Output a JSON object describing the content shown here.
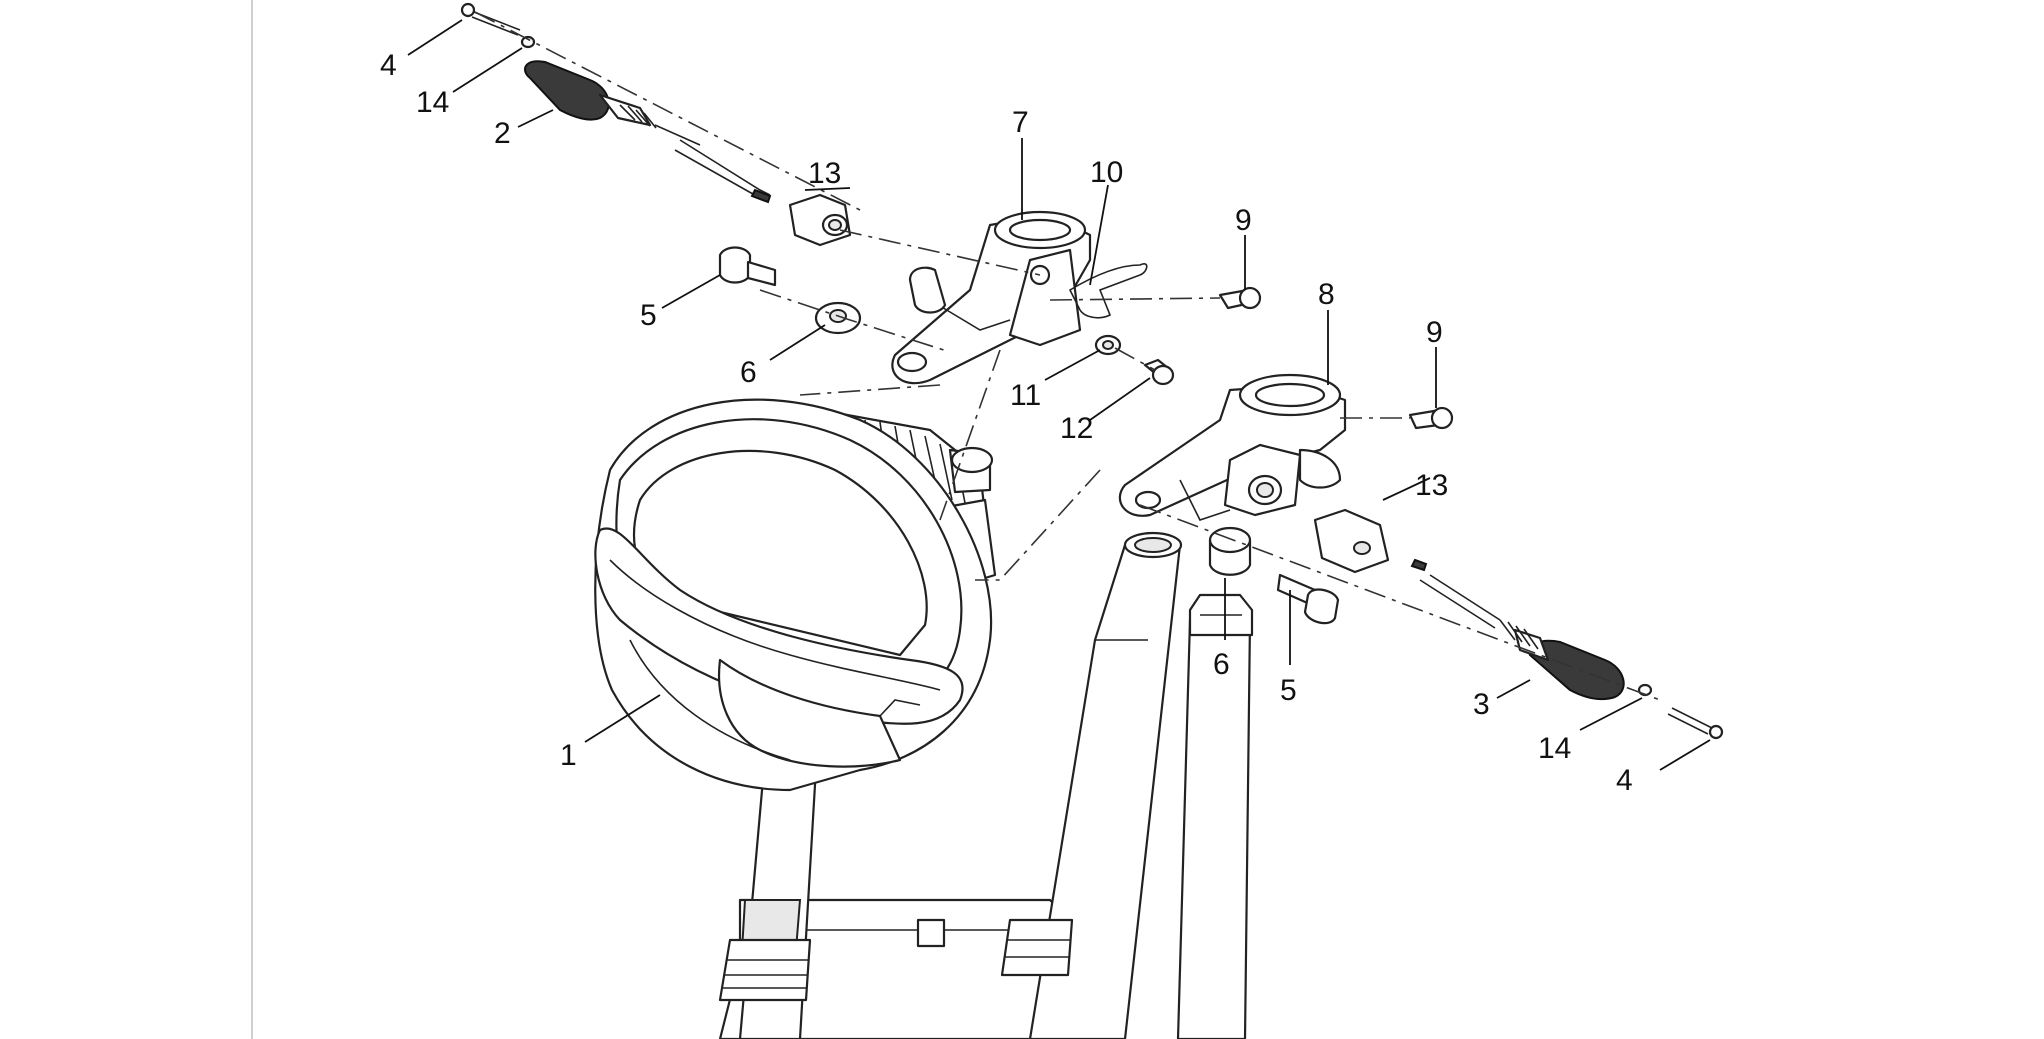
{
  "diagram": {
    "callouts": [
      {
        "id": "c1",
        "text": "1"
      },
      {
        "id": "c2",
        "text": "2"
      },
      {
        "id": "c3",
        "text": "3"
      },
      {
        "id": "c4a",
        "text": "4"
      },
      {
        "id": "c4b",
        "text": "4"
      },
      {
        "id": "c5a",
        "text": "5"
      },
      {
        "id": "c5b",
        "text": "5"
      },
      {
        "id": "c6a",
        "text": "6"
      },
      {
        "id": "c6b",
        "text": "6"
      },
      {
        "id": "c7",
        "text": "7"
      },
      {
        "id": "c8",
        "text": "8"
      },
      {
        "id": "c9a",
        "text": "9"
      },
      {
        "id": "c9b",
        "text": "9"
      },
      {
        "id": "c10",
        "text": "10"
      },
      {
        "id": "c11",
        "text": "11"
      },
      {
        "id": "c12",
        "text": "12"
      },
      {
        "id": "c13a",
        "text": "13"
      },
      {
        "id": "c13b",
        "text": "13"
      },
      {
        "id": "c14a",
        "text": "14"
      },
      {
        "id": "c14b",
        "text": "14"
      }
    ]
  }
}
